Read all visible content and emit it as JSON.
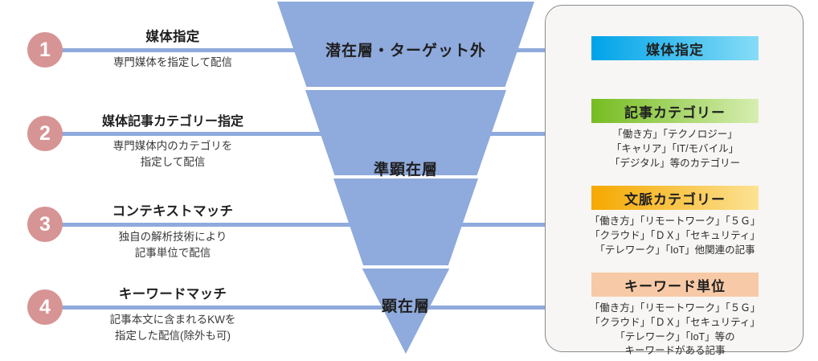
{
  "steps": [
    {
      "number": "1",
      "title": "媒体指定",
      "desc_lines": [
        "専門媒体を指定して配信"
      ]
    },
    {
      "number": "2",
      "title": "媒体記事カテゴリー指定",
      "desc_lines": [
        "専門媒体内のカテゴリを",
        "指定して配信"
      ]
    },
    {
      "number": "3",
      "title": "コンテキストマッチ",
      "desc_lines": [
        "独自の解析技術により",
        "記事単位で配信"
      ]
    },
    {
      "number": "4",
      "title": "キーワードマッチ",
      "desc_lines": [
        "記事本文に含まれるKWを",
        "指定した配信(除外も可)"
      ]
    }
  ],
  "funnel": {
    "fill_color": "#8FAADC",
    "labels": [
      {
        "text": "潜在層・ターゲット外"
      },
      {
        "text": "準顕在層"
      },
      {
        "text": "顕在層"
      }
    ]
  },
  "panel": {
    "categories": [
      {
        "badge": "媒体指定",
        "badge_color_from": "#00A3E9",
        "badge_color_to": "#86DCF7",
        "lines": []
      },
      {
        "badge": "記事カテゴリー",
        "badge_color_from": "#76BC21",
        "badge_color_to": "#D6EEB0",
        "lines": [
          "「働き方」「テクノロジー」",
          "「キャリア」「IT/モバイル」",
          "「デジタル」等のカテゴリー"
        ]
      },
      {
        "badge": "文脈カテゴリー",
        "badge_color_from": "#F5A800",
        "badge_color_to": "#FCE294",
        "lines": [
          "「働き方」「リモートワーク」「５Ｇ」",
          "「クラウド」「ＤＸ」「セキュリティ」",
          "「テレワーク」「IoT」他関連の記事"
        ]
      },
      {
        "badge": "キーワード単位",
        "badge_color_from": "#F7C9A6",
        "badge_color_to": "#F7C9A6",
        "lines": [
          "「働き方」「リモートワーク」「５Ｇ」",
          "「クラウド」「ＤＸ」「セキュリティ」",
          "「テレワーク」「IoT」等の",
          "キーワードがある記事"
        ]
      }
    ]
  },
  "connector_color": "#8FAADC",
  "number_circle_color": "#D79494"
}
